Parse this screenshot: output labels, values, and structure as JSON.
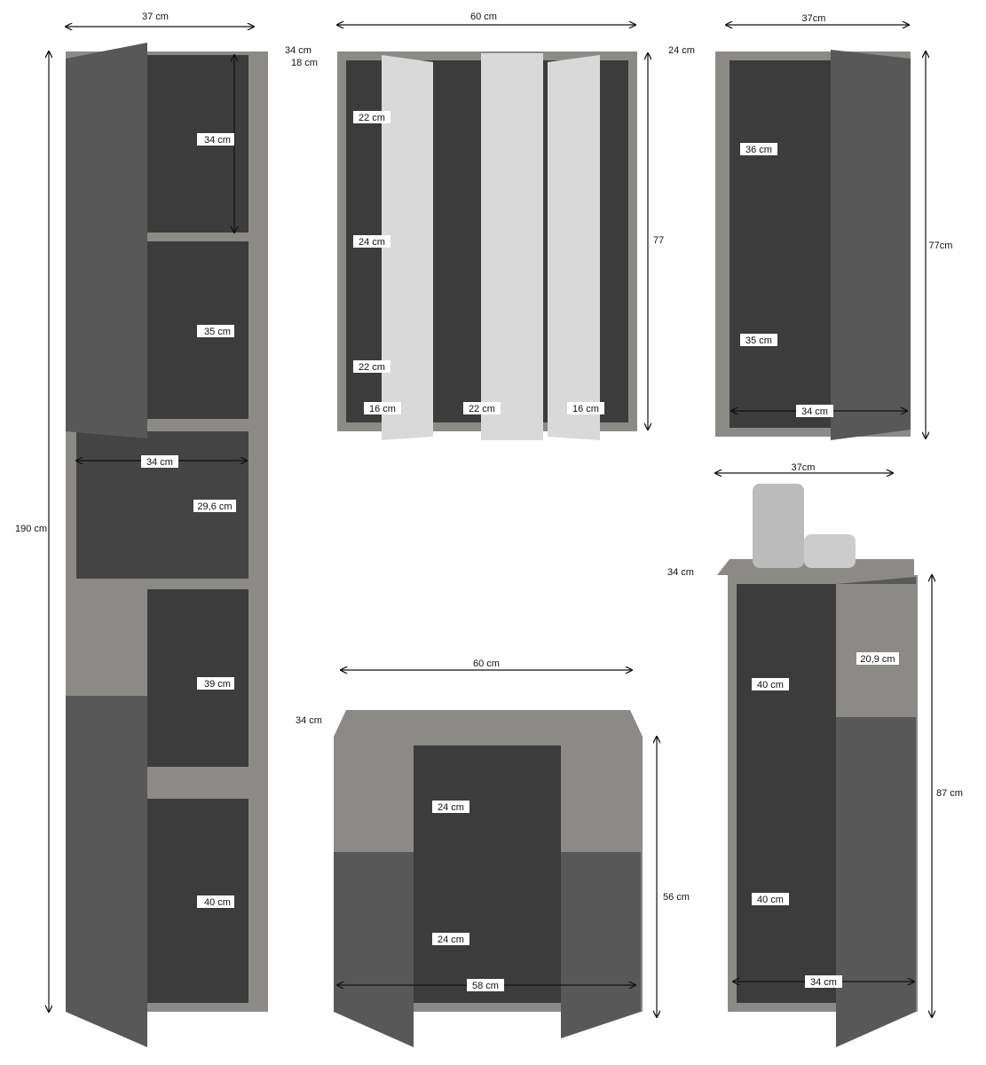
{
  "colors": {
    "wood": "#8c8a86",
    "interior": "#3c3c3c",
    "door": "#585858",
    "mirror": "#d9d9d9",
    "line": "#111111"
  },
  "tall_cabinet": {
    "width": "37 cm",
    "depth": "34 cm",
    "depth2": "18 cm",
    "height": "190 cm",
    "shelf1": "34 cm",
    "shelf2": "35 cm",
    "inner_width": "34 cm",
    "niche": "29,6 cm",
    "shelf3": "39 cm",
    "shelf4": "40 cm"
  },
  "mirror_cabinet": {
    "width": "60 cm",
    "shelf1": "22 cm",
    "shelf2": "24 cm",
    "shelf3": "22 cm",
    "left": "16 cm",
    "center": "22 cm",
    "right": "16 cm",
    "height": "77"
  },
  "wall_cabinet": {
    "width": "37cm",
    "depth": "24 cm",
    "shelf1": "36 cm",
    "shelf2": "35 cm",
    "inner_width": "34 cm",
    "height": "77cm"
  },
  "sink_cabinet": {
    "width": "60 cm",
    "depth": "34 cm",
    "upper": "24 cm",
    "lower": "24 cm",
    "inner_width": "58 cm",
    "height": "56 cm"
  },
  "small_cabinet": {
    "width": "37cm",
    "depth": "34 cm",
    "drawer": "20,9 cm",
    "upper": "40 cm",
    "lower": "40 cm",
    "inner_width": "34 cm",
    "height": "87 cm"
  }
}
